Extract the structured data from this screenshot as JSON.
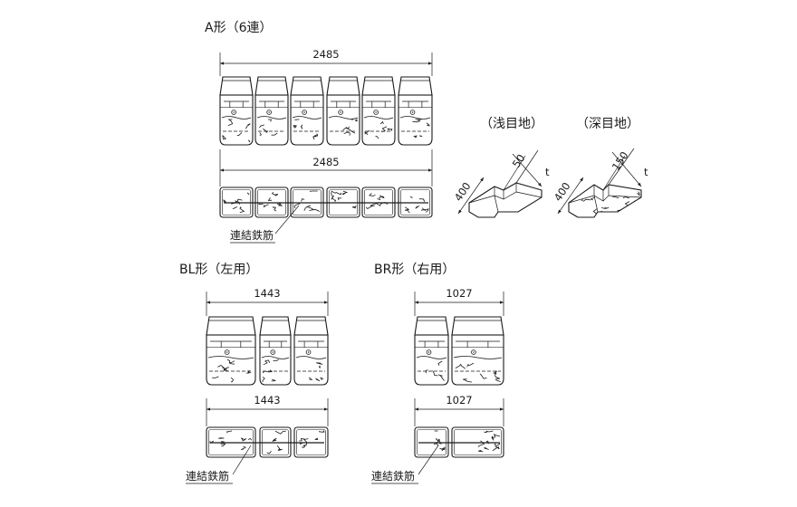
{
  "drawing": {
    "a_type": {
      "title": "A形（6連）",
      "front_width": "2485",
      "plan_width": "2485",
      "rebar_label": "連結鉄筋"
    },
    "joints": {
      "shallow": {
        "title": "（浅目地）",
        "height": "400",
        "depth": "50",
        "thickness": "t"
      },
      "deep": {
        "title": "（深目地）",
        "height": "400",
        "depth": "150",
        "thickness": "t"
      }
    },
    "bl_type": {
      "title": "BL形（左用）",
      "front_width": "1443",
      "plan_width": "1443",
      "rebar_label": "連結鉄筋"
    },
    "br_type": {
      "title": "BR形（右用）",
      "front_width": "1027",
      "plan_width": "1027",
      "rebar_label": "連結鉄筋"
    }
  },
  "colors": {
    "line": "#1a1a1a",
    "background": "#ffffff"
  }
}
